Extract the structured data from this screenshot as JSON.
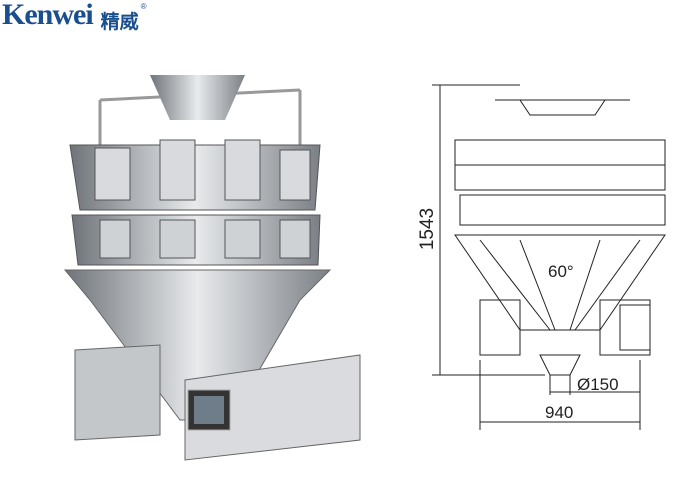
{
  "brand": {
    "name_en": "Kenwei",
    "name_cn": "精威",
    "registered": "®",
    "color": "#1a4f8f"
  },
  "drawing": {
    "height_label": "1543",
    "angle_label": "60°",
    "outlet_diameter_label": "Ø150",
    "width_label": "940"
  }
}
